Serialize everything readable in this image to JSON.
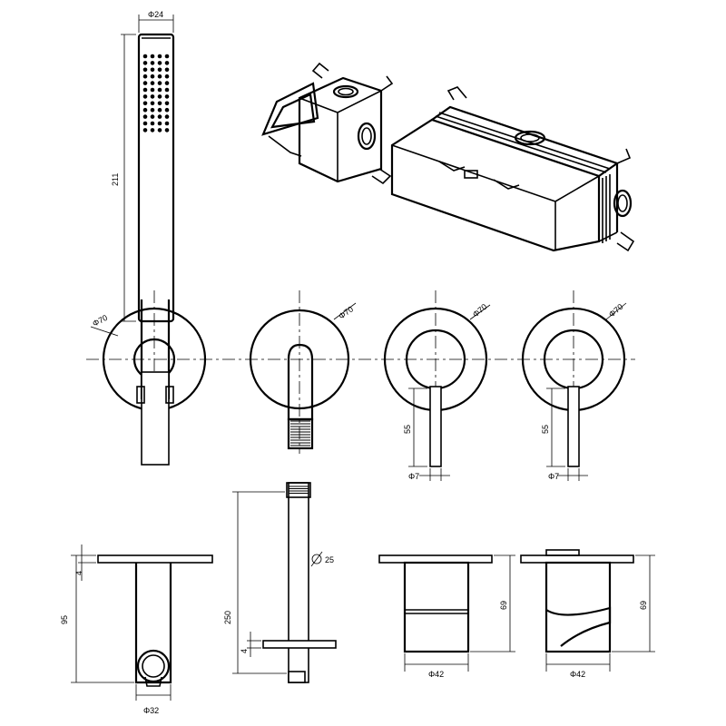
{
  "dimensions": {
    "handshower_diameter": "Φ24",
    "handshower_length": "211",
    "plate_diameter_1": "Φ70",
    "plate_diameter_2": "Φ70",
    "plate_diameter_3": "Φ70",
    "plate_diameter_4": "Φ70",
    "lever_length_1": "55",
    "lever_length_2": "55",
    "lever_diameter_1": "Φ7",
    "lever_diameter_2": "Φ7",
    "holder_projection": "95",
    "holder_plate_thickness": "4",
    "holder_body_diameter": "Φ32",
    "spout_length": "250",
    "spout_plate_thickness": "4",
    "spout_tube_size": "25",
    "mixer_depth_1": "69",
    "mixer_depth_2": "69",
    "mixer_body_diameter_1": "Φ42",
    "mixer_body_diameter_2": "Φ42"
  }
}
